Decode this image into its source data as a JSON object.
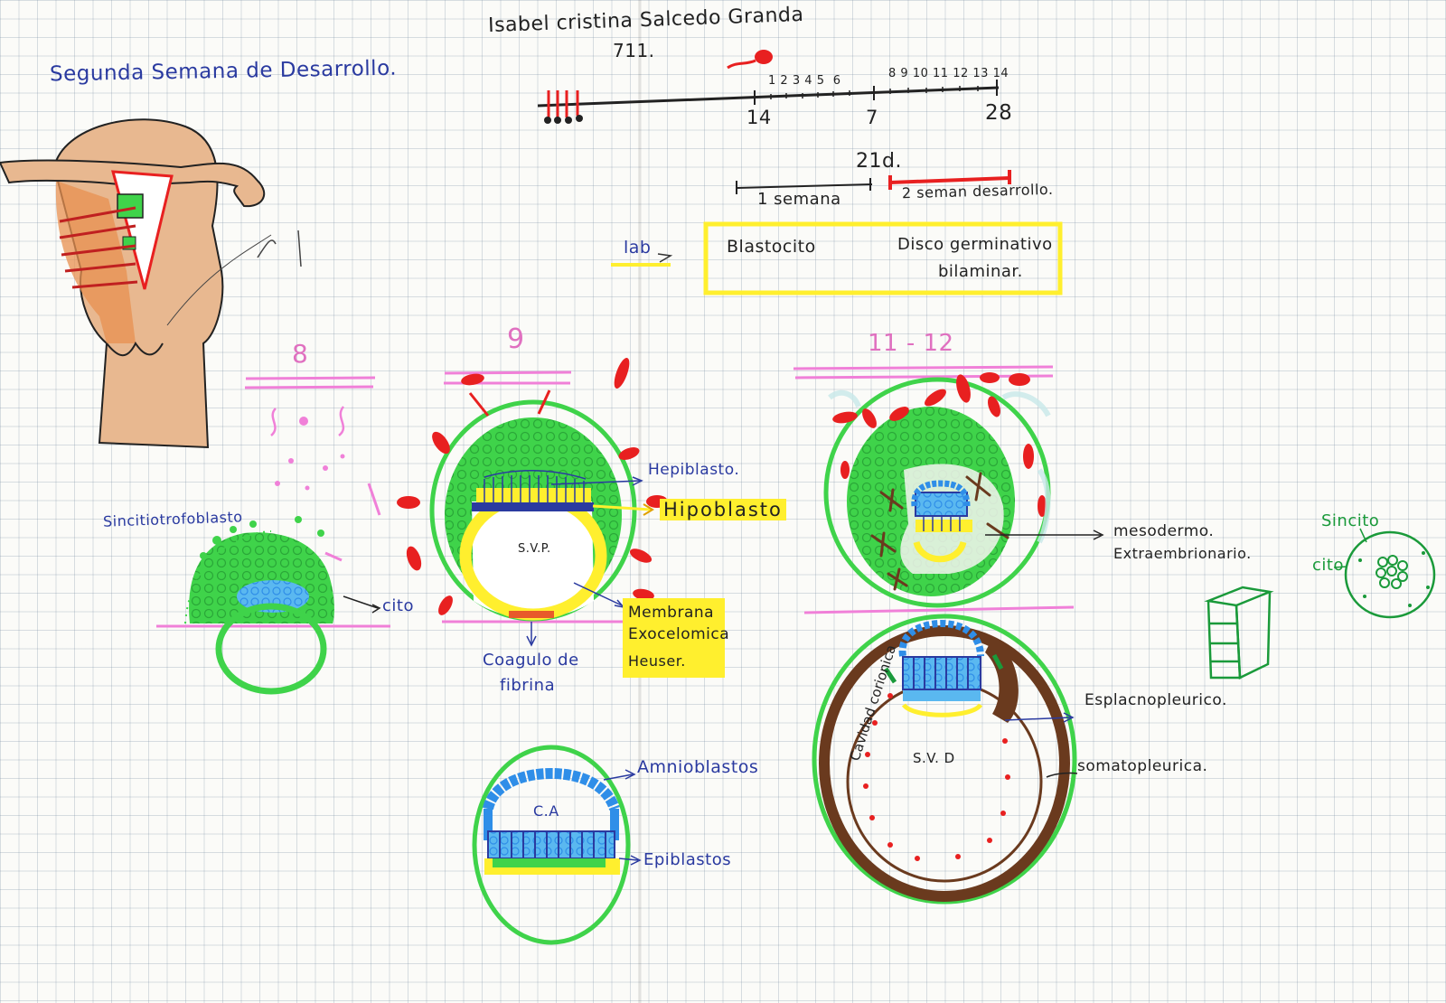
{
  "header": {
    "author": "Isabel cristina Salcedo Granda",
    "group": "711.",
    "title": "Segunda Semana de Desarrollo."
  },
  "timeline": {
    "small_ticks": [
      "1",
      "2",
      "3",
      "4",
      "5",
      "6",
      "8",
      "9",
      "10",
      "11",
      "12",
      "13",
      "14"
    ],
    "major_14": "14",
    "major_7": "7",
    "major_28": "28",
    "days_label": "21d.",
    "week1": "1 semana",
    "week2": "2 seman desarrollo."
  },
  "yellow_box": {
    "lab": "lab",
    "left": "Blastocito",
    "right_line1": "Disco germinativo",
    "right_line2": "bilaminar."
  },
  "day_labels": {
    "d8": "8",
    "d9": "9",
    "d11": "11 - 12"
  },
  "labels": {
    "sincitio": "Sincitiotrofoblasto",
    "cito": "cito",
    "hepiblasto": "Hepiblasto.",
    "hipoblasto": "Hipoblasto",
    "svp": "S.V.P.",
    "coagulo_1": "Coagulo de",
    "coagulo_2": "fibrina",
    "membrana_1": "Membrana",
    "membrana_2": "Exocelomica",
    "membrana_3": "Heuser.",
    "mesodermo_1": "mesodermo.",
    "mesodermo_2": "Extraembrionario.",
    "sincito_r": "Sincito",
    "cito_r": "cito",
    "cavidad": "Cavidad corionica",
    "esplacno": "Esplacnopleurico.",
    "svd": "S.V. D",
    "somato": "somatopleurica.",
    "amnio": "Amnioblastos",
    "ca": "C.A",
    "epiblastos": "Epiblastos"
  },
  "colors": {
    "green": "#3fd34a",
    "dark_green": "#1a9a3a",
    "yellow": "#ffef2e",
    "red": "#e82020",
    "blue": "#2f8ee8",
    "navy": "#2a3aa0",
    "brown": "#6a3a1e",
    "pink": "#f080d8",
    "skin": "#e8b890",
    "orange": "#e89050"
  },
  "icons": [
    "sperm-icon",
    "uterus-drawing",
    "cube-sketch"
  ]
}
